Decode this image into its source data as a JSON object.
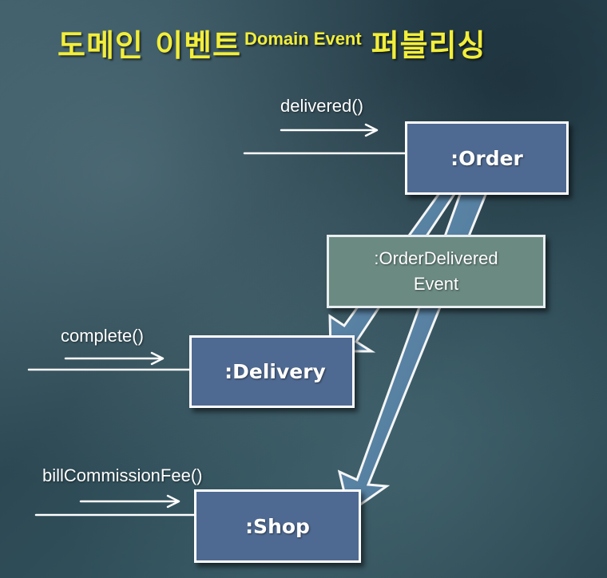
{
  "title": {
    "korean_prefix": "도메인 이벤트",
    "english": "Domain Event",
    "korean_suffix": "퍼블리싱"
  },
  "objects": {
    "order": ":Order",
    "delivery": ":Delivery",
    "shop": ":Shop"
  },
  "event": {
    "line1": ":OrderDelivered",
    "line2": "Event"
  },
  "messages": {
    "order": "delivered()",
    "delivery": "complete()",
    "shop": "billCommissionFee()"
  },
  "colors": {
    "title": "#f2ee3a",
    "object_box": "#4f6a92",
    "event_box": "#6b8a82",
    "event_arrow": "#5b84a6"
  }
}
